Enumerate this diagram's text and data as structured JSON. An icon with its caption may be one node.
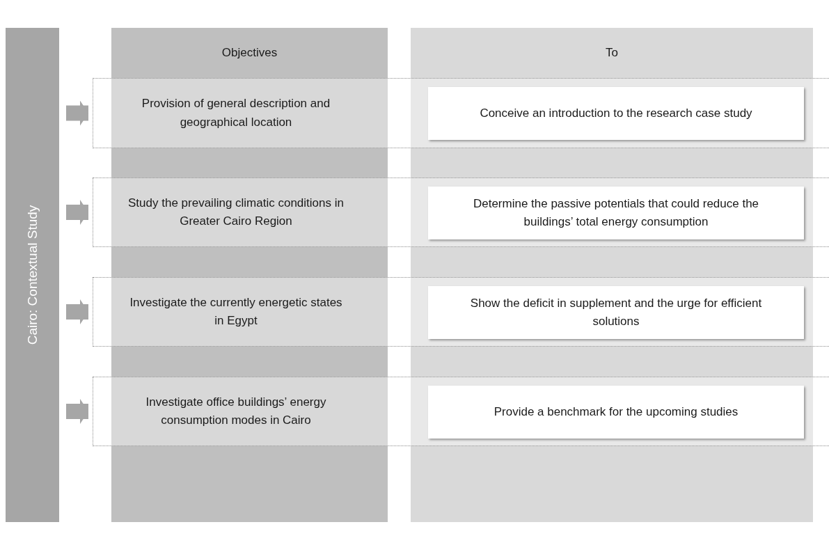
{
  "diagram": {
    "nodes": [
      {
        "text": [
          "Cairo: Contextual Study"
        ]
      },
      {
        "text": [
          "Objectives"
        ]
      },
      {
        "text": [
          "To"
        ]
      },
      {
        "text": [
          "Provision of general description and geographical location"
        ]
      },
      {
        "text": [
          "Conceive an introduction to the research case study"
        ]
      },
      {
        "text": [
          "Study the prevailing climatic conditions in Greater Cairo Region"
        ]
      },
      {
        "text": [
          "Determine the passive potentials that could reduce the buildings’ total energy consumption"
        ]
      },
      {
        "text": [
          "Investigate the currently energetic states in Egypt"
        ]
      },
      {
        "text": [
          "Show the deficit in supplement and the urge for efficient solutions"
        ]
      },
      {
        "text": [
          "Investigate office buildings’ energy consumption modes in Cairo"
        ]
      },
      {
        "text": [
          "Provide a benchmark for the upcoming studies"
        ]
      }
    ],
    "edges": [
      {
        "from": 0,
        "to": 3,
        "arrow": "to"
      },
      {
        "from": 0,
        "to": 5,
        "arrow": "to"
      },
      {
        "from": 0,
        "to": 7,
        "arrow": "to"
      },
      {
        "from": 0,
        "to": 9,
        "arrow": "to"
      }
    ]
  }
}
